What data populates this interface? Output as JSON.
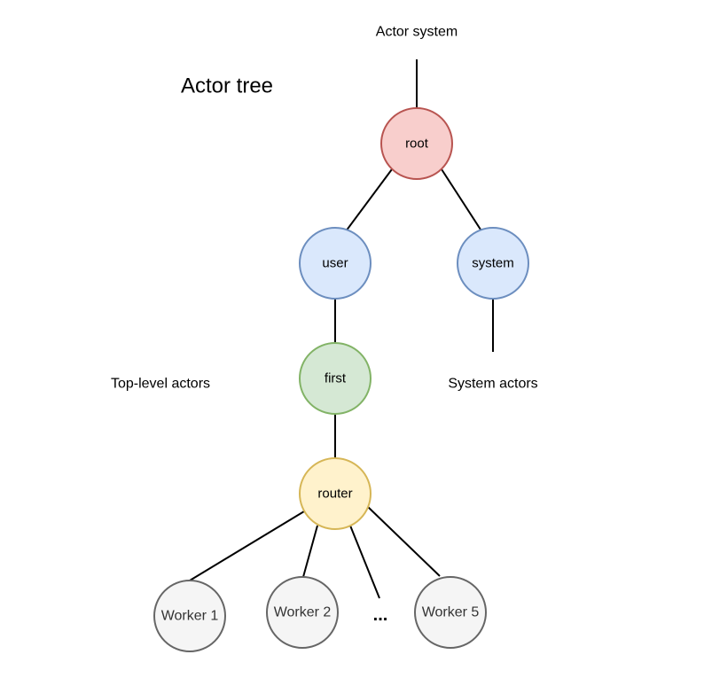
{
  "title": "Actor tree",
  "labels": {
    "actor_system": "Actor system",
    "top_level_actors": "Top-level actors",
    "system_actors": "System actors",
    "ellipsis": "..."
  },
  "nodes": {
    "root": "root",
    "user": "user",
    "system": "system",
    "first": "first",
    "router": "router",
    "worker1": "Worker 1",
    "worker2": "Worker 2",
    "worker5": "Worker 5"
  },
  "colors": {
    "root_fill": "#f8cecc",
    "root_stroke": "#b85450",
    "blue_fill": "#dae8fc",
    "blue_stroke": "#6c8ebf",
    "green_fill": "#d5e8d4",
    "green_stroke": "#82b366",
    "yellow_fill": "#fff2cc",
    "yellow_stroke": "#d6b656",
    "gray_fill": "#f5f5f5",
    "gray_stroke": "#666666"
  }
}
